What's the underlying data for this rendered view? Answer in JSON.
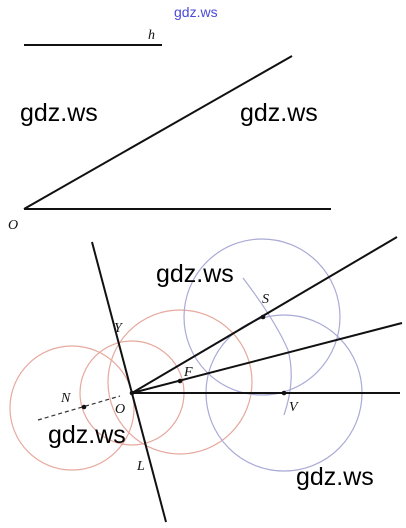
{
  "watermarks": {
    "top": "gdz.ws",
    "w1": "gdz.ws",
    "w2": "gdz.ws",
    "w3": "gdz.ws",
    "w4": "gdz.ws",
    "w5": "gdz.ws"
  },
  "labels": {
    "h": "h",
    "O_top": "O",
    "O": "O",
    "Y": "Y",
    "S": "S",
    "F": "F",
    "N": "N",
    "V": "V",
    "L": "L"
  },
  "colors": {
    "lines": "#111111",
    "red_arcs": "#e6a99e",
    "blue_arcs": "#a9aad6",
    "watermark_top": "#4a4ad8"
  }
}
